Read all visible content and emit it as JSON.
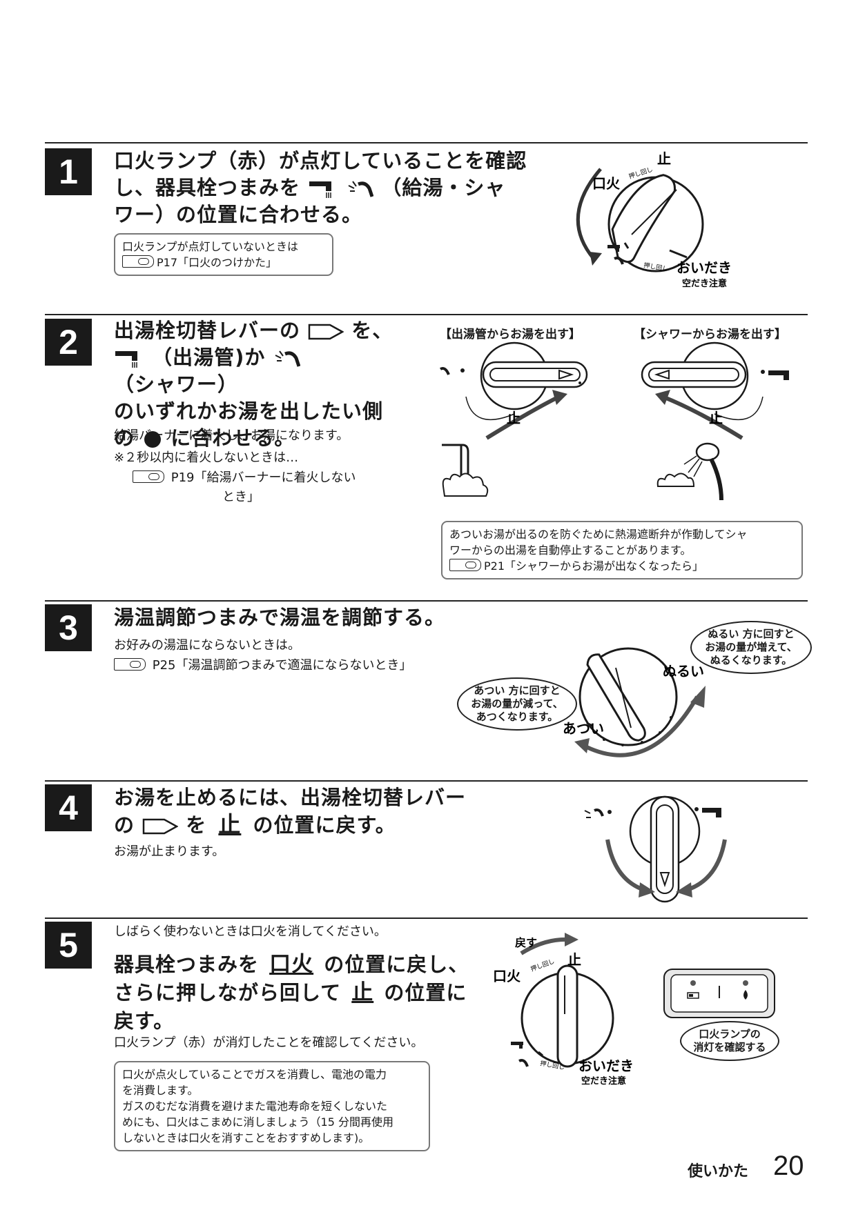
{
  "step1": {
    "num": "1",
    "head_line1": "口火ランプ（赤）が点灯していることを確認",
    "head_line2a": "し、器具栓つまみを",
    "head_line2b": "（給湯・シャ",
    "head_line3": "ワー）の位置に合わせる。",
    "note_line1": "口火ランプが点灯していないときは",
    "note_ref": "P17「口火のつけかた」",
    "dial_stop": "止",
    "dial_pilot": "口火",
    "dial_push": "押し回し",
    "dial_oidaki": "おいだき",
    "dial_karadaki": "空だき注意"
  },
  "step2": {
    "num": "2",
    "head_line1a": "出湯栓切替レバーの",
    "head_line1b": "を、",
    "head_line2a": "（出湯管)か",
    "head_line2b": "（シャワー）",
    "head_line3": "のいずれかお湯を出したい側",
    "head_line4a": "の",
    "head_line4b": "に合わせる。",
    "body1": "給湯バーナーに着火し、お湯になります。",
    "body2": "※２秒以内に着火しないときは…",
    "body3": "P19「給湯バーナーに着火しない",
    "body4": "とき」",
    "label_left": "【出湯管からお湯を出す】",
    "label_right": "【シャワーからお湯を出す】",
    "stop_left": "止",
    "stop_right": "止",
    "note_line1": "あついお湯が出るのを防ぐために熱湯遮断弁が作動してシャ",
    "note_line2": "ワーからの出湯を自動停止することがあります。",
    "note_ref": "P21「シャワーからお湯が出なくなったら」"
  },
  "step3": {
    "num": "3",
    "head": "湯温調節つまみで湯温を調節する。",
    "body1": "お好みの湯温にならないときは。",
    "body2": "P25「湯温調節つまみで適温にならないとき」",
    "label_hot": "あつい",
    "label_cool": "ぬるい",
    "bubble_hot_1": "あつい 方に回すと",
    "bubble_hot_2": "お湯の量が減って、",
    "bubble_hot_3": "あつくなります。",
    "bubble_cool_1": "ぬるい 方に回すと",
    "bubble_cool_2": "お湯の量が増えて、",
    "bubble_cool_3": "ぬるくなります。"
  },
  "step4": {
    "num": "4",
    "head_line1": "お湯を止めるには、出湯栓切替レバー",
    "head_line2a": "の",
    "head_line2b": "を",
    "head_line2c": "止",
    "head_line2d": "の位置に戻す。",
    "body": "お湯が止まります。"
  },
  "step5": {
    "num": "5",
    "intro": "しばらく使わないときは口火を消してください。",
    "head_line1a": "器具栓つまみを",
    "head_line1b": "口火",
    "head_line1c": "の位置に戻し、",
    "head_line2a": "さらに押しながら回して",
    "head_line2b": "止",
    "head_line2c": "の位置に",
    "head_line3": "戻す。",
    "body": "口火ランプ（赤）が消灯したことを確認してください。",
    "note_line1": "口火が点火していることでガスを消費し、電池の電力",
    "note_line2": "を消費します。",
    "note_line3": "ガスのむだな消費を避けまた電池寿命を短くしないた",
    "note_line4": "めにも、口火はこまめに消しましょう（15 分間再使用",
    "note_line5": "しないときは口火を消すことをおすすめします)。",
    "dial_return": "戻す",
    "dial_stop": "止",
    "dial_pilot": "口火",
    "dial_push": "押し回し",
    "dial_oidaki": "おいだき",
    "dial_karadaki": "空だき注意",
    "lamp_1": "口火ランプの",
    "lamp_2": "消灯を確認する"
  },
  "footer": {
    "section": "使いかた",
    "page": "20"
  }
}
